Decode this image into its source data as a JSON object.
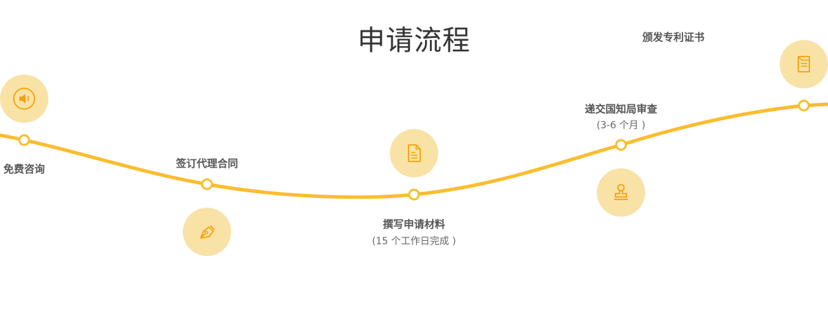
{
  "title": "申请流程",
  "colors": {
    "line": "#fbbd2f",
    "circle": "#f9e2a5",
    "icon": "#f4a20c"
  },
  "steps": [
    {
      "label": "免费咨询",
      "icon": "speaker-icon"
    },
    {
      "label": "签订代理合同",
      "icon": "pen-icon"
    },
    {
      "label": "撰写申请材料",
      "sub": "(15 个工作日完成 )",
      "icon": "document-icon"
    },
    {
      "label": "递交国知局审查",
      "sub": "(3-6 个月 )",
      "icon": "stamp-icon"
    },
    {
      "label": "颁发专利证书",
      "icon": "certificate-icon"
    }
  ]
}
